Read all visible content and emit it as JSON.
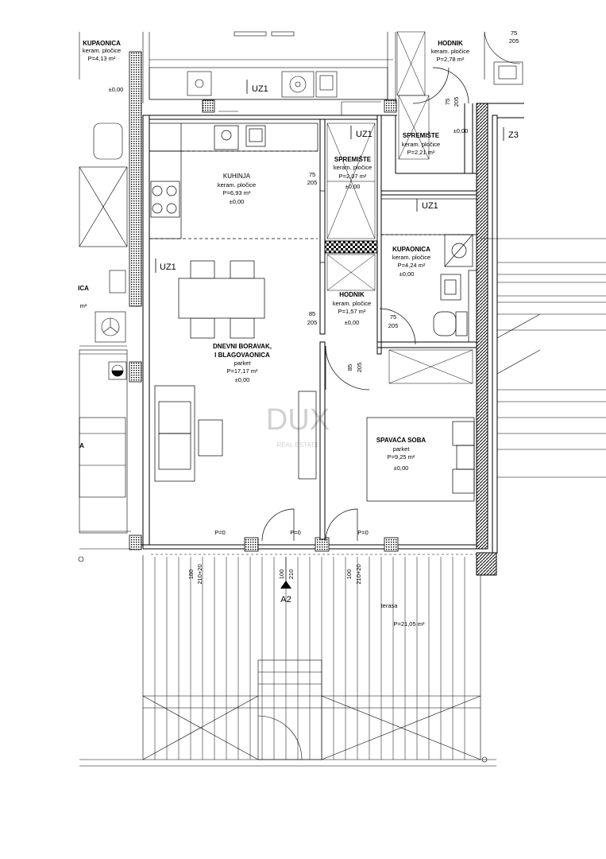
{
  "rooms": {
    "kupaonica_left": {
      "name": "KUPAONICA",
      "finish": "keram. pločice",
      "area": "P=4,13 m²",
      "level": "±0,00"
    },
    "kuhinja": {
      "name": "KUHINJA",
      "finish": "keram. pločice",
      "area": "P=6,93 m²",
      "level": "±0,00"
    },
    "dnevni": {
      "name_line1": "DNEVNI BORAVAK,",
      "name_line2": "I BLAGOVAONICA",
      "finish": "parket",
      "area": "P=17,17 m²",
      "level": "±0,00"
    },
    "spremiste_1": {
      "name": "SPREMIŠTE",
      "finish": "keram. pločice",
      "area": "P=2,07 m²",
      "level": "±0,00"
    },
    "spremiste_2": {
      "name": "SPREMIŠTE",
      "finish": "keram. pločice",
      "area": "P=2,21 m²"
    },
    "hodnik_top": {
      "name": "HODNIK",
      "finish": "keram. pločice",
      "area": "P=2,78 m²",
      "level": "±0,00"
    },
    "kupaonica_right": {
      "name": "KUPAONICA",
      "finish": "keram. pločice",
      "area": "P=4,24 m²",
      "level": "±0,00"
    },
    "hodnik_mid": {
      "name": "HODNIK",
      "finish": "keram. pločice",
      "area": "P=1,57 m²",
      "level": "±0,00"
    },
    "spavaca": {
      "name": "SPAVAĆA SOBA",
      "finish": "parket",
      "area": "P=9,25 m²",
      "level": "±0,00"
    },
    "terasa": {
      "name": "terasa",
      "area": "P=21,05 m²"
    },
    "left_partial": {
      "name": "ICA",
      "area": "m²"
    },
    "left_partial_b": {
      "name": "A"
    }
  },
  "tags": {
    "uz1": "UZ1",
    "z3": "Z3",
    "a2": "A2"
  },
  "dimensions": {
    "d75": "75",
    "d205": "205",
    "d85": "85",
    "d100": "100",
    "d210": "210",
    "d180": "180",
    "d210_20": "210+20",
    "p0": "P=0"
  },
  "watermark": {
    "text": "DUX",
    "sub": "REAL ESTATE"
  }
}
